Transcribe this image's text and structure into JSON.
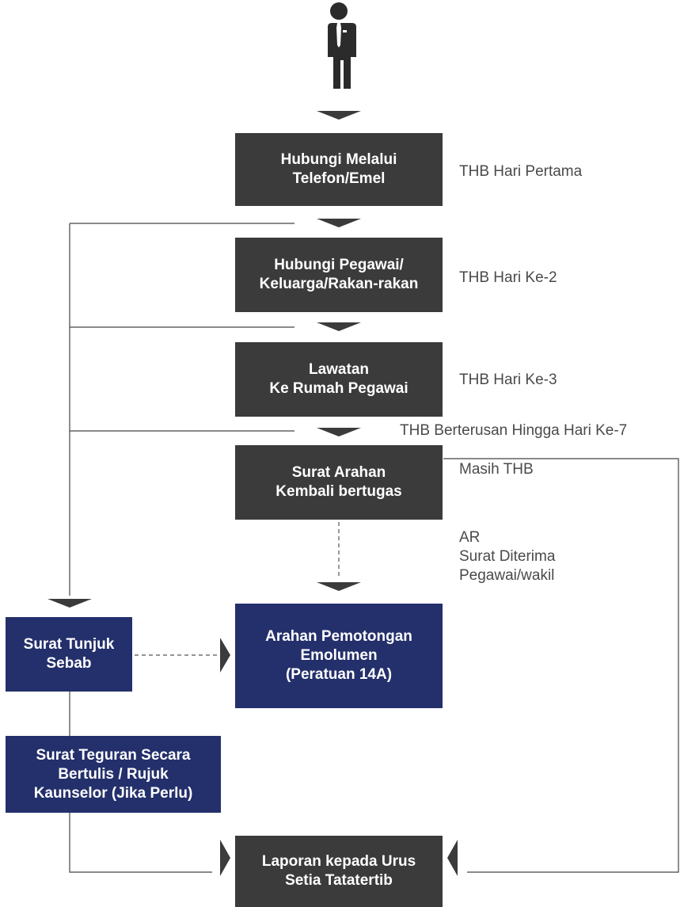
{
  "icon": "person-in-suit-icon",
  "colors": {
    "dark_box": "#3b3b3b",
    "navy_box": "#24306b",
    "line": "#444444",
    "note_text": "#4a4a4a"
  },
  "steps": {
    "hubungi_telefon": "Hubungi Melalui\nTelefon/Emel",
    "hubungi_pegawai": "Hubungi Pegawai/\nKeluarga/Rakan-rakan",
    "lawatan": "Lawatan\nKe Rumah Pegawai",
    "surat_arahan": "Surat Arahan\nKembali bertugas",
    "arahan_pemotongan": "Arahan Pemotongan\nEmolumen\n(Peratuan 14A)",
    "surat_tunjuk_sebab": "Surat Tunjuk\nSebab",
    "surat_teguran": "Surat Teguran Secara\nBertulis / Rujuk\nKaunselor (Jika Perlu)",
    "laporan": "Laporan kepada Urus\nSetia Tatatertib"
  },
  "notes": {
    "hari_pertama": "THB Hari Pertama",
    "hari_ke2": "THB Hari Ke-2",
    "hari_ke3": "THB Hari Ke-3",
    "berterusan": "THB Berterusan Hingga Hari Ke-7",
    "masih_thb": "Masih THB",
    "ar_diterima": "AR\nSurat Diterima\nPegawai/wakil"
  }
}
